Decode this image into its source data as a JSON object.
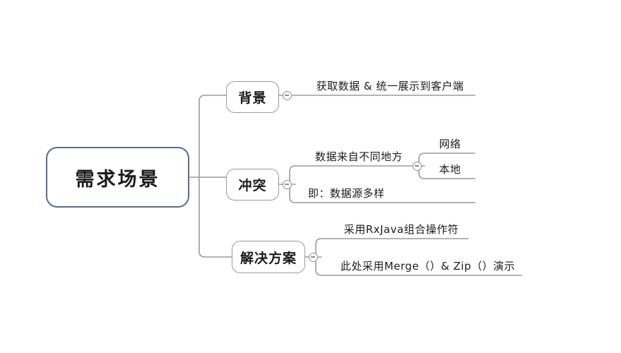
{
  "diagram": {
    "type": "mind-map",
    "background_color": "#ffffff",
    "root_border_color": "#5b6b8c",
    "branch_border_color": "#9a9a9a",
    "connector_color": "#9a9a9a",
    "text_color": "#1b1b1b",
    "root": {
      "label": "需求场景"
    },
    "branches": [
      {
        "id": "background",
        "label": "背景",
        "toggle": "collapse-toggle",
        "children": [
          {
            "id": "bg-1",
            "label": "获取数据 & 统一展示到客户端"
          }
        ]
      },
      {
        "id": "conflict",
        "label": "冲突",
        "toggle": "collapse-toggle",
        "children": [
          {
            "id": "cf-1",
            "label": "数据来自不同地方",
            "toggle": "collapse-toggle",
            "children": [
              {
                "id": "cf-1-1",
                "label": "网络"
              },
              {
                "id": "cf-1-2",
                "label": "本地"
              }
            ]
          },
          {
            "id": "cf-2",
            "label": "即：数据源多样"
          }
        ]
      },
      {
        "id": "solution",
        "label": "解决方案",
        "toggle": "collapse-toggle",
        "children": [
          {
            "id": "sl-1",
            "label": "采用RxJava组合操作符"
          },
          {
            "id": "sl-2",
            "label": "此处采用Merge（）& Zip（）演示"
          }
        ]
      }
    ]
  }
}
